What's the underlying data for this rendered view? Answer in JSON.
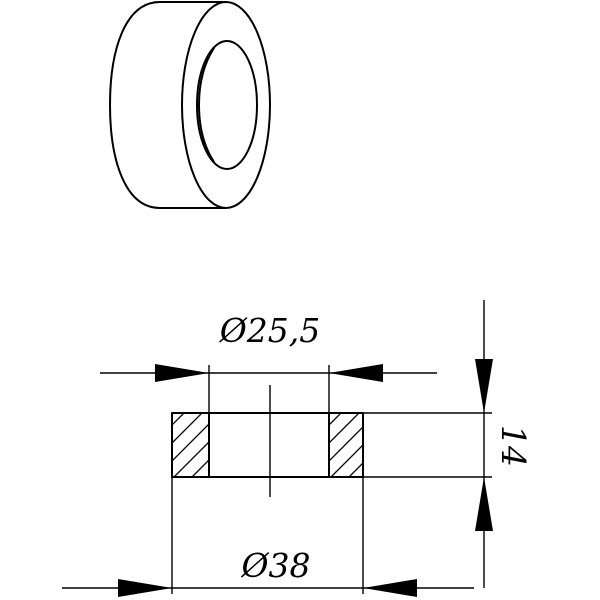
{
  "dimensions": {
    "inner_diameter": "Ø25,5",
    "outer_diameter": "Ø38",
    "thickness": "14"
  }
}
